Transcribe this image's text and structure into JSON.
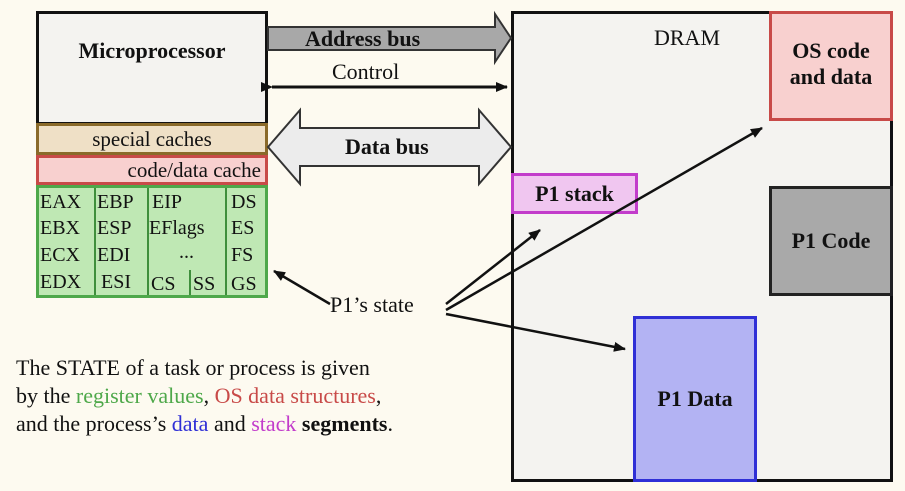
{
  "cpu": {
    "title": "Microprocessor"
  },
  "caches": {
    "special": "special caches",
    "code_data": "code/data cache"
  },
  "registers": {
    "eax": "EAX",
    "ebp": "EBP",
    "eip": "EIP",
    "ds": "DS",
    "ebx": "EBX",
    "esp": "ESP",
    "eflags": "EFlags",
    "es": "ES",
    "ecx": "ECX",
    "edi": "EDI",
    "ellipsis": "...",
    "fs": "FS",
    "edx": "EDX",
    "esi": "ESI",
    "cs": "CS",
    "ss": "SS",
    "gs": "GS"
  },
  "buses": {
    "address": "Address bus",
    "control": "Control",
    "data": "Data bus"
  },
  "dram": {
    "label": "DRAM",
    "os": [
      "OS code",
      "and data"
    ],
    "p1_code": "P1 Code",
    "p1_stack": "P1 stack",
    "p1_data": "P1 Data"
  },
  "state_label": "P1’s state",
  "caption": {
    "line1": "The STATE of a task or process is given",
    "by_the": "by the ",
    "register_values": "register values",
    "comma1": ", ",
    "os_structures": "OS data structures",
    "comma2": ",",
    "and_the": "and the process’s ",
    "data": "data",
    "and": " and ",
    "stack": "stack",
    "space": " ",
    "segments": "segments",
    "period": "."
  },
  "colors": {
    "register_green": "#4ea84a",
    "os_red": "#c84a48",
    "data_blue": "#2f2fd6",
    "stack_magenta": "#c23ccb",
    "cache_brown": "#8a6a2a"
  }
}
